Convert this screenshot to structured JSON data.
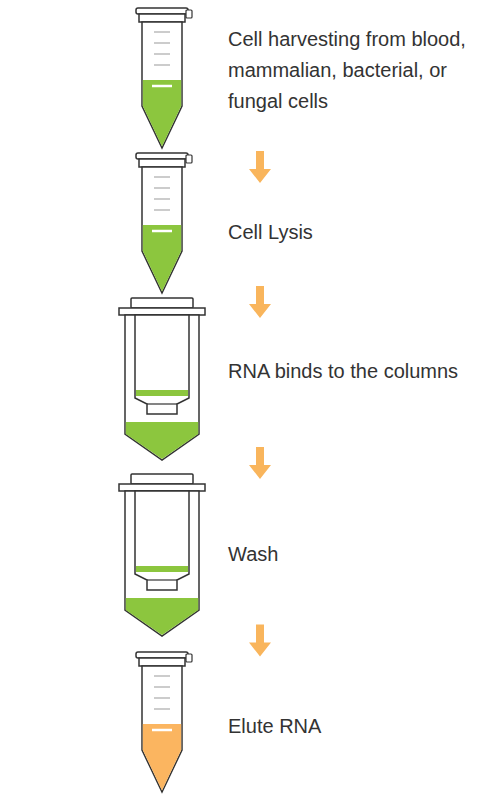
{
  "diagram": {
    "nodes": [
      {
        "text": [
          "Cell harvesting from blood, mammalian, bacterial, or fungal cells"
        ]
      },
      {
        "text": [
          "Cell Lysis"
        ]
      },
      {
        "text": [
          "RNA binds to the columns"
        ]
      },
      {
        "text": [
          "Wash"
        ]
      },
      {
        "text": [
          "Elute RNA"
        ]
      }
    ],
    "edges": [
      {
        "from": 0,
        "to": 1,
        "arrow": "to"
      },
      {
        "from": 1,
        "to": 2,
        "arrow": "to"
      },
      {
        "from": 2,
        "to": 3,
        "arrow": "to"
      },
      {
        "from": 3,
        "to": 4,
        "arrow": "to"
      }
    ]
  }
}
